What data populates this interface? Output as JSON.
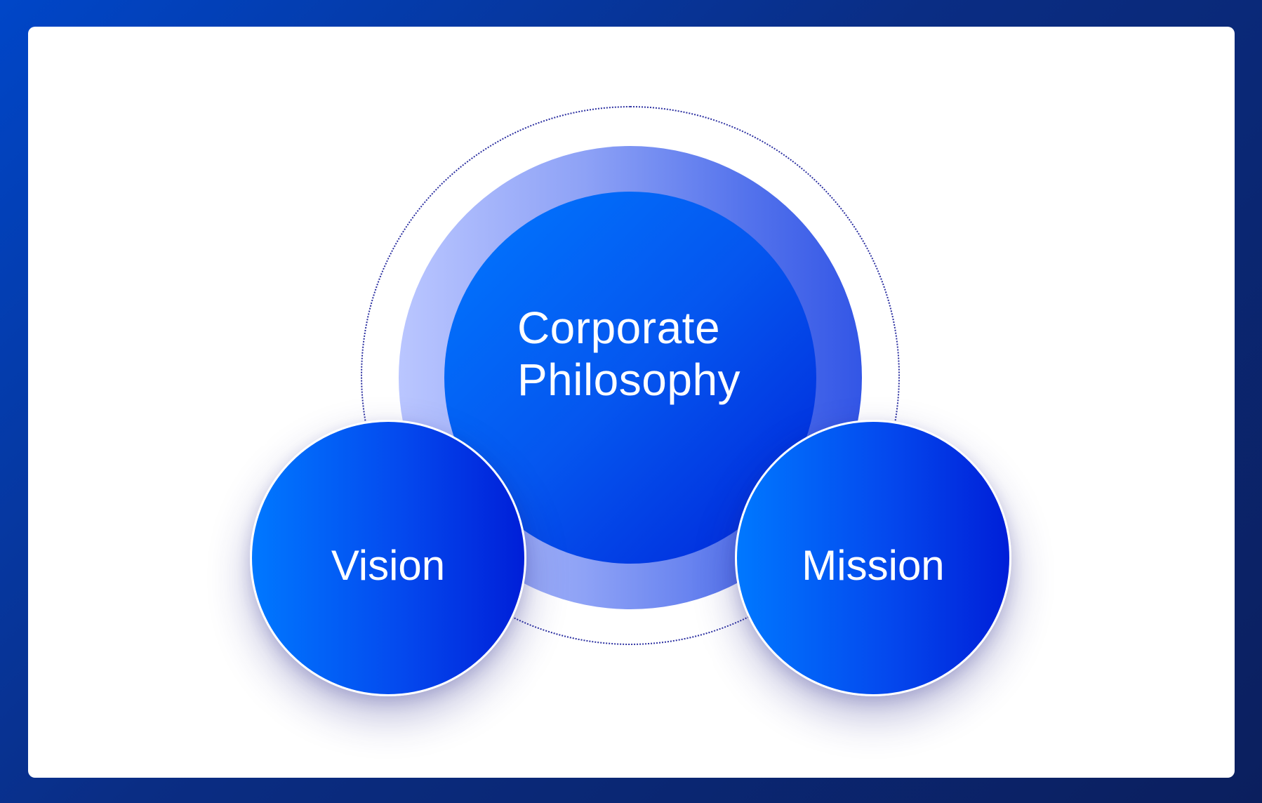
{
  "diagram": {
    "center": {
      "label": "Corporate\nPhilosophy"
    },
    "nodes": [
      {
        "label": "Vision"
      },
      {
        "label": "Mission"
      }
    ]
  },
  "colors": {
    "frame_start": "#0046c8",
    "frame_end": "#0b1f5e",
    "circle_light": "#0078ff",
    "circle_dark": "#0023d8",
    "ring_light": "#bac6ff",
    "ring_dark": "#3356e6",
    "dotted_ring": "#2b2fa0"
  }
}
